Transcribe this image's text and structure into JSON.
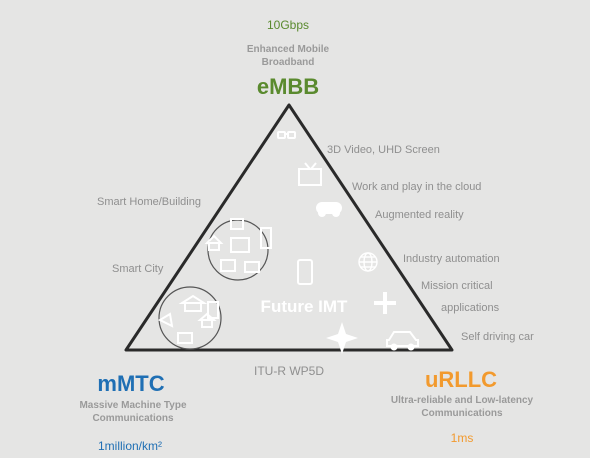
{
  "embb": {
    "metric": "10Gbps",
    "subtitle_line1": "Enhanced Mobile",
    "subtitle_line2": "Broadband",
    "title": "eMBB",
    "color": "#5a8a2e"
  },
  "mmtc": {
    "title": "mMTC",
    "subtitle_line1": "Massive Machine Type",
    "subtitle_line2": "Communications",
    "metric": "1million/km²",
    "color": "#1f6fb4"
  },
  "urllc": {
    "title": "uRLLC",
    "subtitle_line1": "Ultra-reliable and Low-latency",
    "subtitle_line2": "Communications",
    "metric": "1ms",
    "color": "#f29a2e"
  },
  "center_label": "Future IMT",
  "bottom_label": "ITU-R WP5D",
  "use_cases": {
    "video": "3D Video, UHD Screen",
    "cloud": "Work and play in the cloud",
    "ar": "Augmented reality",
    "smart_home": "Smart Home/Building",
    "smart_city": "Smart City",
    "industry": "Industry automation",
    "mission_1": "Mission critical",
    "mission_2": "applications",
    "self_driving": "Self driving car"
  },
  "icons": [
    "glasses-icon",
    "tv-icon",
    "gamepad-icon",
    "globe-icon",
    "phone-icon",
    "drone-icon",
    "plane-icon",
    "car-icon",
    "house-icon",
    "appliance-icon"
  ]
}
